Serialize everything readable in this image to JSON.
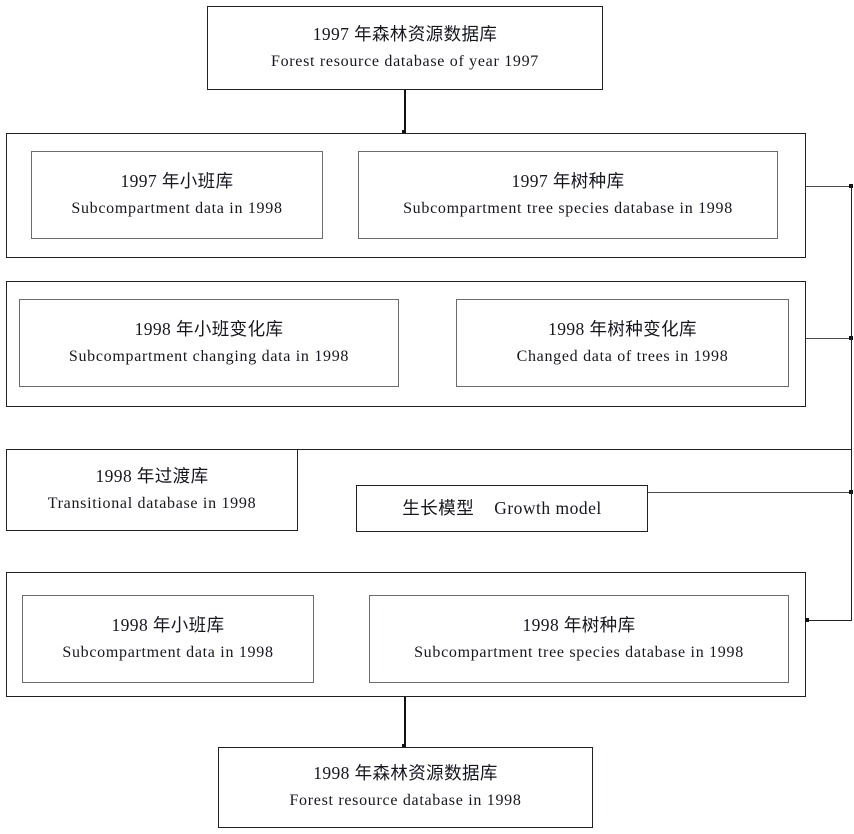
{
  "diagram": {
    "title": "Forest resource database update flowchart",
    "colors": {
      "background": "#ffffff",
      "outline": "#20202a",
      "inner_outline": "#6a6a72",
      "connector": "#4a4a55",
      "text": "#161620"
    },
    "nodes": {
      "top_database": {
        "cn": "1997 年森林资源数据库",
        "en": "Forest resource database of year 1997"
      },
      "row2_left": {
        "cn": "1997 年小班库",
        "en": "Subcompartment data in 1998"
      },
      "row2_right": {
        "cn": "1997 年树种库",
        "en": "Subcompartment tree species database in 1998"
      },
      "row3_left": {
        "cn": "1998 年小班变化库",
        "en": "Subcompartment changing data in 1998"
      },
      "row3_right": {
        "cn": "1998 年树种变化库",
        "en": "Changed data of trees in 1998"
      },
      "transitional": {
        "cn": "1998 年过渡库",
        "en": "Transitional database in 1998"
      },
      "growth_model": {
        "cn": "生长模型",
        "en": "Growth model"
      },
      "row5_left": {
        "cn": "1998 年小班库",
        "en": "Subcompartment data in 1998"
      },
      "row5_right": {
        "cn": "1998 年树种库",
        "en": "Subcompartment tree species database in 1998"
      },
      "bottom_database": {
        "cn": "1998 年森林资源数据库",
        "en": "Forest resource database in 1998"
      }
    }
  }
}
